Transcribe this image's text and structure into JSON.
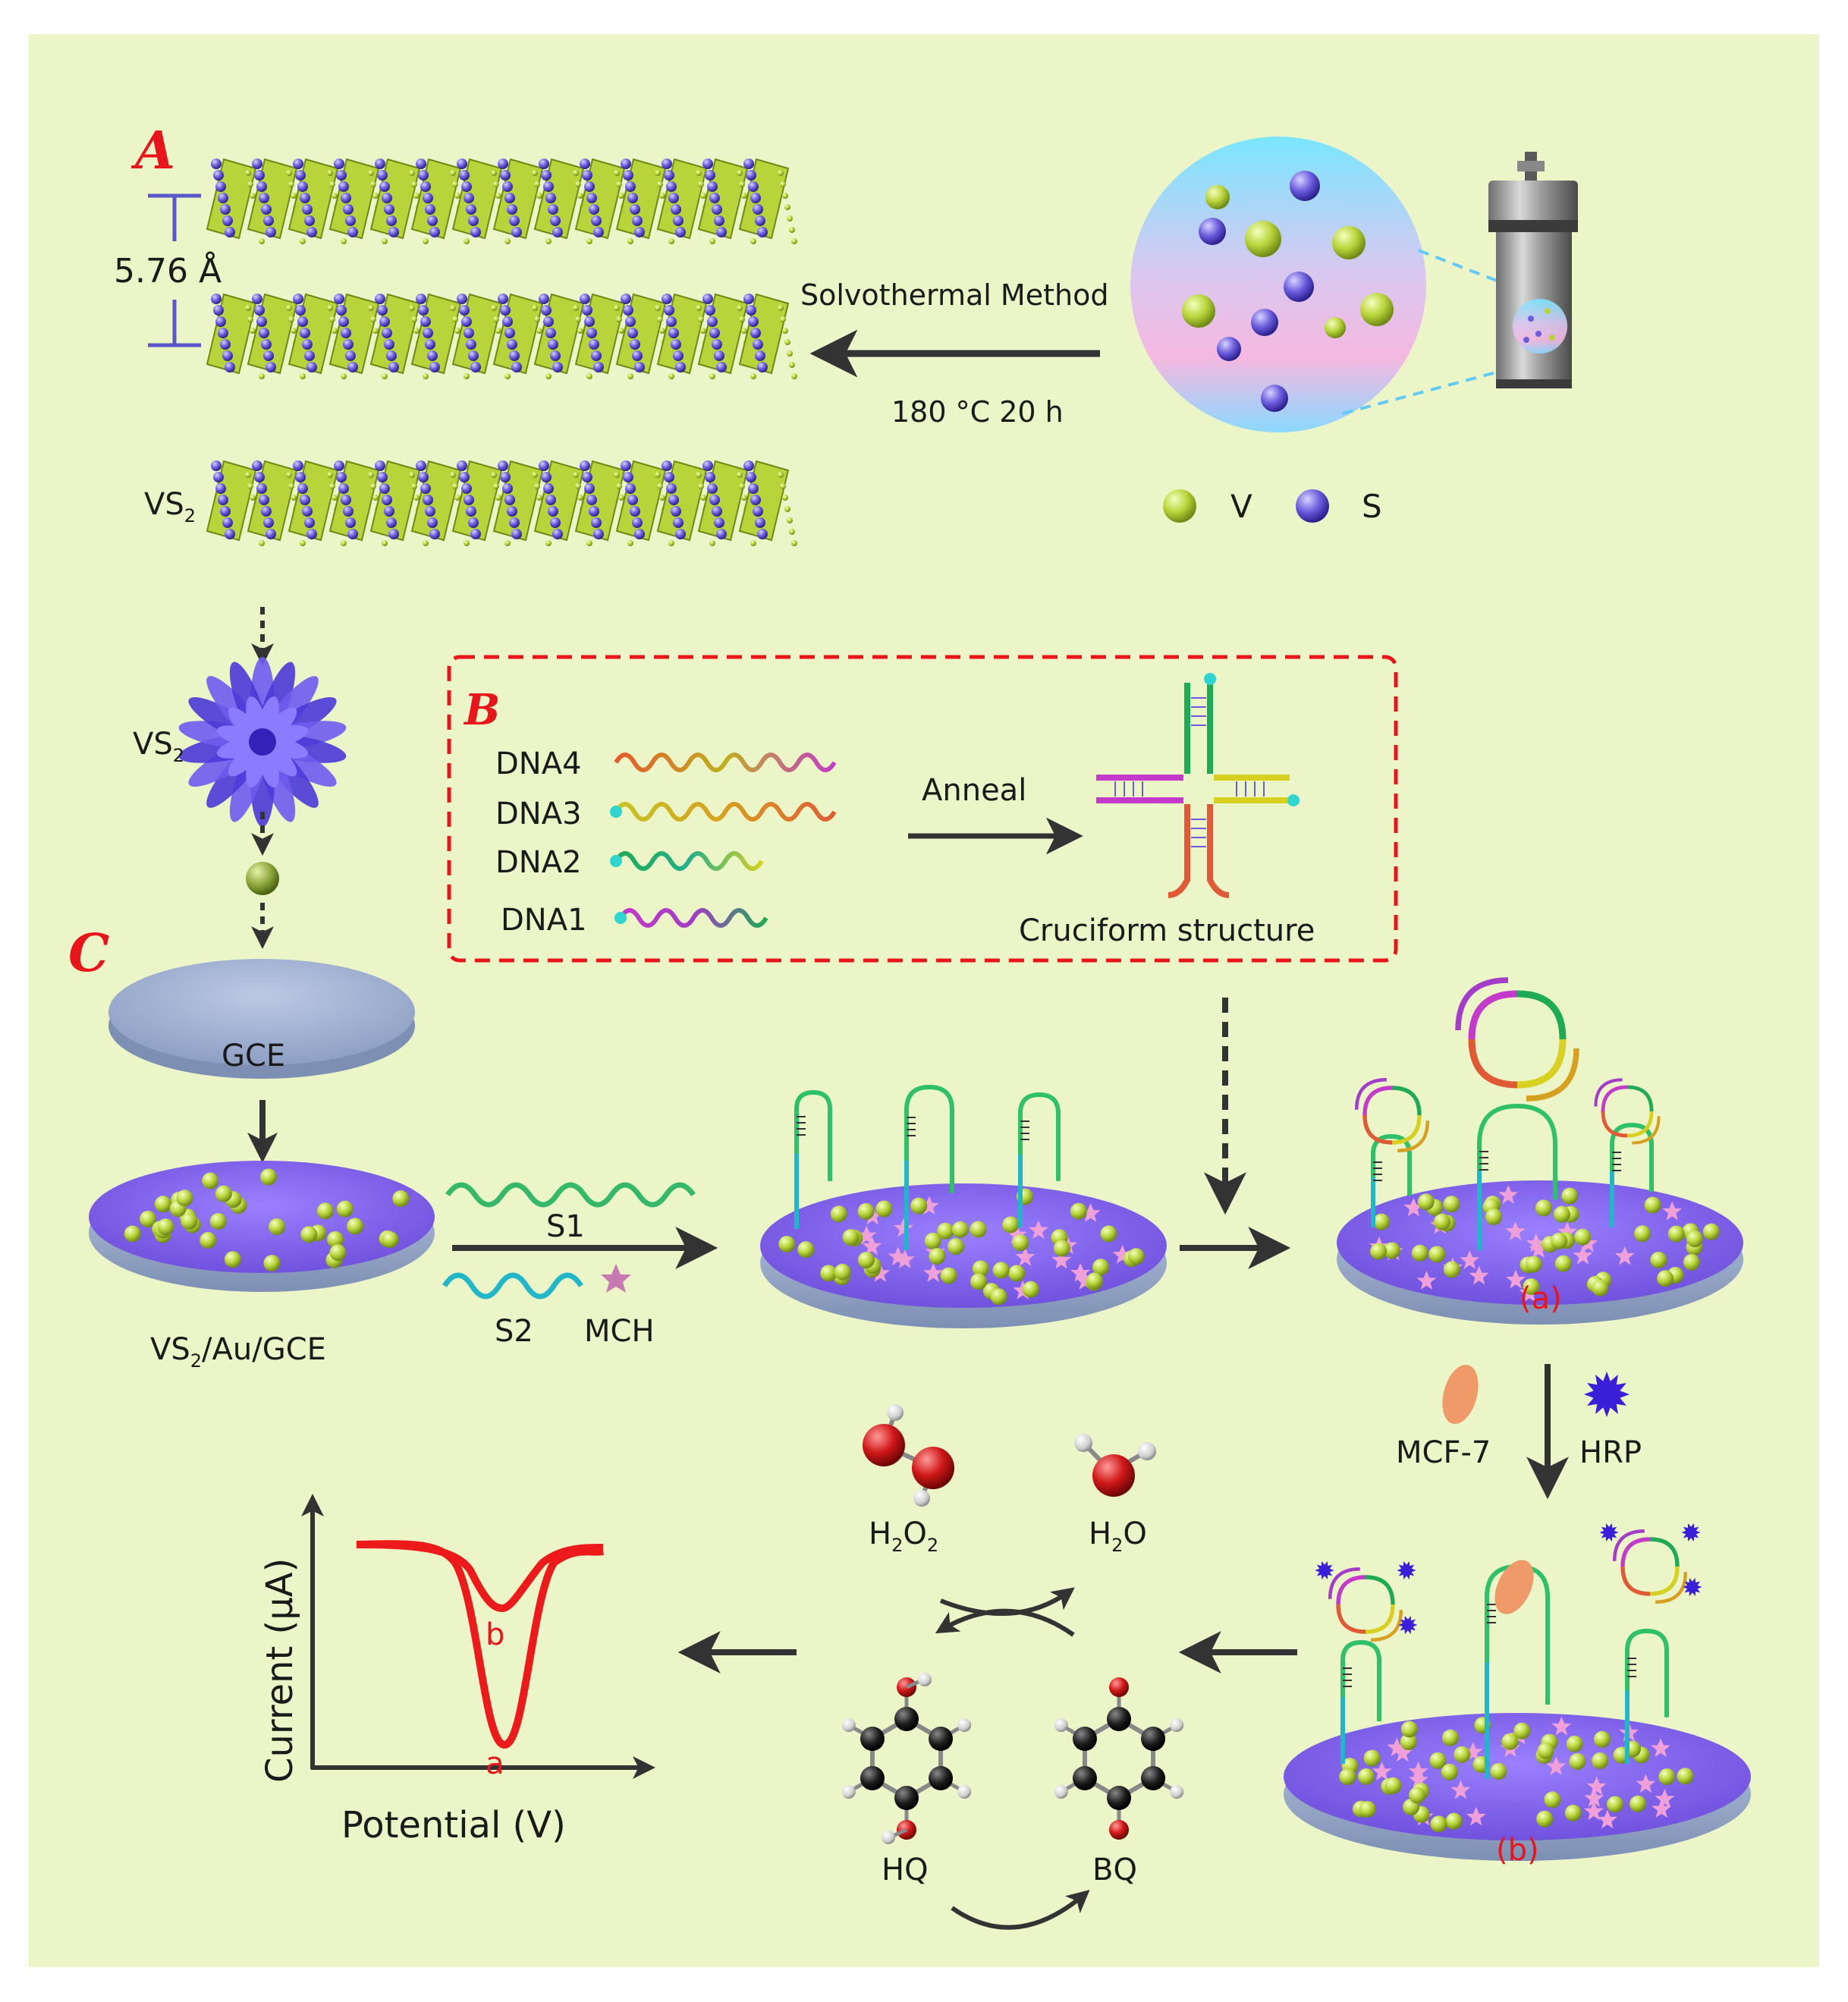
{
  "colors": {
    "background": "#ebf5c8",
    "vanadium": "#b9d43a",
    "sulfur": "#6a5cdc",
    "electrode_top": "#7b5cf0",
    "electrode_rim": "#9fb3d6",
    "accent_red": "#e8161b",
    "arrow": "#333333"
  },
  "panels": {
    "a": "A",
    "b": "B",
    "c": "C"
  },
  "panel_a": {
    "interlayer_spacing": "5.76 Å",
    "material_label": "VS",
    "material_sub": "2",
    "method_label": "Solvothermal Method",
    "condition_label": "180 °C 20 h",
    "legend": [
      {
        "symbol": "V",
        "color": "#b9d43a"
      },
      {
        "symbol": "S",
        "color": "#6a5cdc"
      }
    ]
  },
  "panel_b": {
    "strands": [
      {
        "label": "DNA4",
        "colors": [
          "#e55a2b",
          "#c0b020",
          "#c43acb"
        ]
      },
      {
        "label": "DNA3",
        "colors": [
          "#c6c422",
          "#d7a020",
          "#e05b35"
        ]
      },
      {
        "label": "DNA2",
        "colors": [
          "#1faa55",
          "#25b08a",
          "#d8d020"
        ]
      },
      {
        "label": "DNA1",
        "colors": [
          "#c43acb",
          "#a33cc8",
          "#1faa55"
        ]
      }
    ],
    "step_label": "Anneal",
    "product_label": "Cruciform structure"
  },
  "panel_c": {
    "flower_label": "VS",
    "flower_sub": "2",
    "gce_label": "GCE",
    "modified_label_a": "VS",
    "modified_label_sub": "2",
    "modified_label_b": "/Au/GCE",
    "s1_label": "S1",
    "s2_label": "S2",
    "mch_label": "MCH",
    "state_a": "(a)",
    "state_b": "(b)",
    "mcf7_label": "MCF-7",
    "hrp_label": "HRP",
    "h2o2_label": "H",
    "h2o2_sub1": "2",
    "h2o2_mid": "O",
    "h2o2_sub2": "2",
    "h2o_label": "H",
    "h2o_sub": "2",
    "h2o_end": "O",
    "hq_label": "HQ",
    "bq_label": "BQ",
    "plot_ylabel": "Current (μA)",
    "plot_xlabel": "Potential (V)",
    "curve_a": "a",
    "curve_b": "b"
  }
}
